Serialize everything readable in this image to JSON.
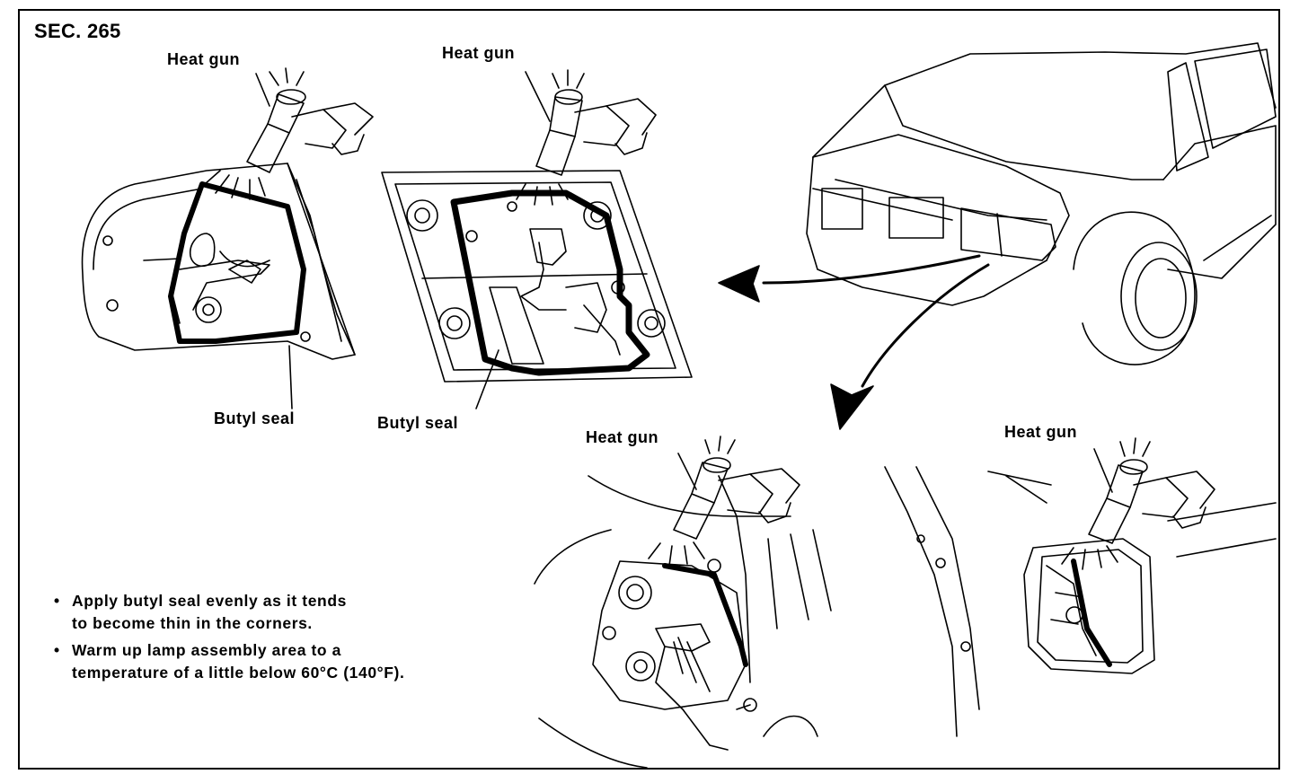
{
  "section": "SEC. 265",
  "labels": {
    "heat_gun": "Heat gun",
    "butyl_seal": "Butyl seal"
  },
  "notes": [
    {
      "bullet": "•",
      "lines": [
        "Apply butyl seal evenly as it tends",
        "to become thin in the corners."
      ]
    },
    {
      "bullet": "•",
      "lines": [
        "Warm up lamp assembly area to a",
        "temperature of a little below 60°C (140°F)."
      ]
    }
  ]
}
